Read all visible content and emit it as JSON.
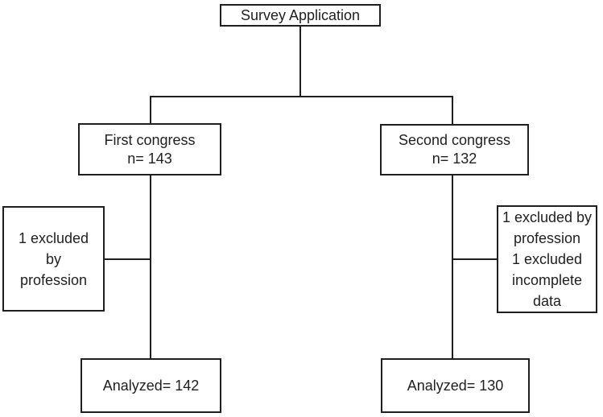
{
  "colors": {
    "line": "#1f1f1f",
    "text": "#1f1f1f",
    "background": "#ffffff"
  },
  "flowchart": {
    "survey": {
      "label": "Survey Application"
    },
    "first_congress": {
      "lines": [
        "First congress",
        "n= 143"
      ]
    },
    "second_congress": {
      "lines": [
        "Second congress",
        "n= 132"
      ]
    },
    "excluded_first": {
      "lines": [
        "1 excluded",
        "by",
        "profession"
      ]
    },
    "excluded_second": {
      "lines": [
        "1 excluded by",
        "profession",
        "1 excluded",
        "incomplete",
        "data"
      ]
    },
    "analyzed_first": {
      "label": "Analyzed= 142"
    },
    "analyzed_second": {
      "label": "Analyzed= 130"
    }
  }
}
